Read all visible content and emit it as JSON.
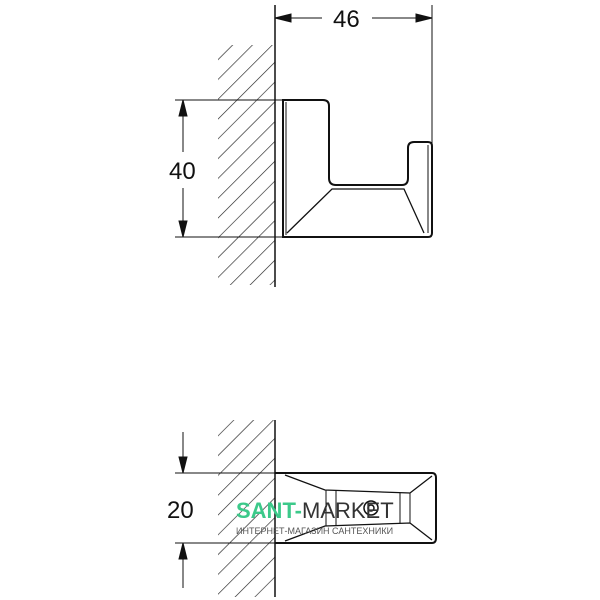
{
  "dimensions": {
    "width": "46",
    "height": "40",
    "depth": "20"
  },
  "watermark": {
    "brand_green": "SANT-",
    "brand_dark": "MARKET",
    "tagline": "ИНТЕРНЕТ-МАГАЗИН САНТЕХНИКИ",
    "accent": "#3cc98a"
  }
}
